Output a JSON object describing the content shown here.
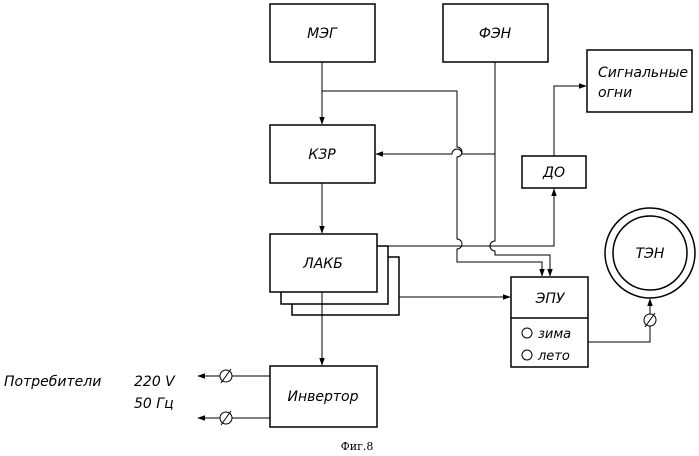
{
  "blocks": {
    "meg": "МЭГ",
    "fen": "ФЭН",
    "signal_lights_line1": "Сигнальные",
    "signal_lights_line2": "огни",
    "kzr": "КЗР",
    "do": "ДО",
    "lakb": "ЛАКБ",
    "epu": "ЭПУ",
    "epu_option_winter": "зима",
    "epu_option_summer": "лето",
    "ten": "ТЭН",
    "inverter": "Инвертор"
  },
  "consumers": {
    "label": "Потребители",
    "voltage": "220 V",
    "frequency": "50 Гц"
  },
  "caption": "Фиг.8"
}
